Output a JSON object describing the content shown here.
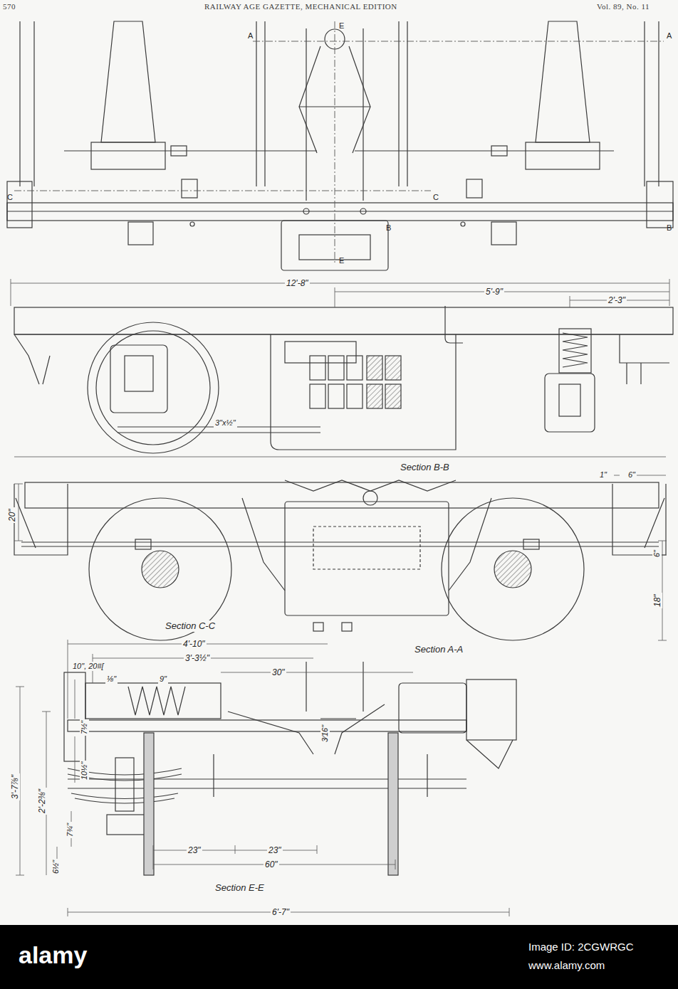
{
  "diagram": {
    "labels": [
      "570",
      "RAILWAY AGE GAZETTE, MECHANICAL EDITION",
      "Vol. 89, No. 11",
      "A",
      "A",
      "C",
      "C",
      "B",
      "B",
      "E",
      "E",
      "12'-8\"",
      "5'-9\"",
      "2'-3\"",
      "3\"x½\"",
      "Section B-B",
      "1\"",
      "6\"",
      "20\"",
      "6\"",
      "18\"",
      "Section C-C",
      "Section A-A",
      "4'-10\"",
      "3'-3½\"",
      "30\"",
      "10\", 20#[",
      "⅛\"",
      "9\"",
      "3⁄16\"",
      "7½\"",
      "3'-7⅞\"",
      "2'-2⅜\"",
      "10½\"",
      "7¾\"",
      "6½\"",
      "23\"",
      "23\"",
      "60\"",
      "Section E-E",
      "6'-7\"",
      "alamy",
      "Image ID: 2CGWRGC",
      "www.alamy.com"
    ]
  }
}
